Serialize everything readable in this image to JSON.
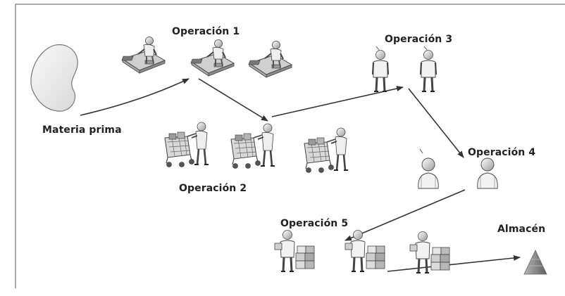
{
  "diagram": {
    "labels": {
      "raw_material": "Materia prima",
      "operation_1": "Operación 1",
      "operation_2": "Operación 2",
      "operation_3": "Operación 3",
      "operation_4": "Operación 4",
      "operation_5": "Operación 5",
      "warehouse": "Almacén"
    },
    "colors": {
      "line": "#333333",
      "figure_light": "#f4f4f4",
      "figure_mid": "#cfcfcf",
      "figure_dark": "#8a8a8a",
      "blob": "#eeeeee",
      "warehouse": "#8c8c8c"
    },
    "stations": [
      {
        "name": "Operación 1",
        "icon": "worker-at-desk-icon",
        "count": 3
      },
      {
        "name": "Operación 2",
        "icon": "worker-with-cart-icon",
        "count": 3
      },
      {
        "name": "Operación 3",
        "icon": "standing-worker-icon",
        "count": 2
      },
      {
        "name": "Operación 4",
        "icon": "person-bust-icon",
        "count": 2
      },
      {
        "name": "Operación 5",
        "icon": "worker-with-boxes-icon",
        "count": 3
      }
    ]
  }
}
